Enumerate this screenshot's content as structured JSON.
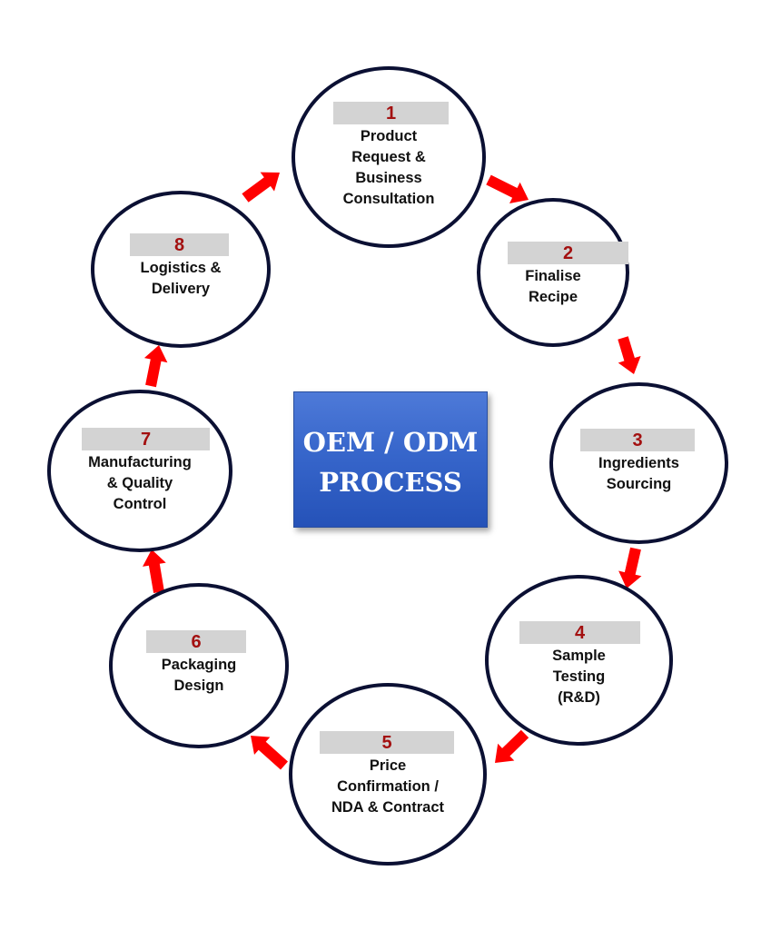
{
  "title": {
    "line1": "OEM / ODM",
    "line2": "PROCESS"
  },
  "colors": {
    "circle_border": "#0b1033",
    "number_bar": "#d3d3d3",
    "number_text": "#a31010",
    "arrow": "#ff0000",
    "center_box": "#3766cb"
  },
  "steps": [
    {
      "number": "1",
      "lines": [
        "Product",
        "Request &",
        "Business",
        "Consultation"
      ]
    },
    {
      "number": "2",
      "lines": [
        "Finalise",
        "Recipe"
      ]
    },
    {
      "number": "3",
      "lines": [
        "Ingredients",
        "Sourcing"
      ]
    },
    {
      "number": "4",
      "lines": [
        "Sample",
        "Testing",
        "(R&D)"
      ]
    },
    {
      "number": "5",
      "lines": [
        "Price",
        "Confirmation /",
        "NDA & Contract"
      ]
    },
    {
      "number": "6",
      "lines": [
        "Packaging",
        "Design"
      ]
    },
    {
      "number": "7",
      "lines": [
        "Manufacturing",
        "& Quality",
        "Control"
      ]
    },
    {
      "number": "8",
      "lines": [
        "Logistics &",
        "Delivery"
      ]
    }
  ],
  "arrows": [
    {
      "from": "1",
      "to": "2",
      "icon": "arrow-right-down-icon"
    },
    {
      "from": "2",
      "to": "3",
      "icon": "arrow-down-icon"
    },
    {
      "from": "3",
      "to": "4",
      "icon": "arrow-down-icon"
    },
    {
      "from": "4",
      "to": "5",
      "icon": "arrow-down-left-icon"
    },
    {
      "from": "5",
      "to": "6",
      "icon": "arrow-up-left-icon"
    },
    {
      "from": "6",
      "to": "7",
      "icon": "arrow-up-icon"
    },
    {
      "from": "7",
      "to": "8",
      "icon": "arrow-up-icon"
    },
    {
      "from": "8",
      "to": "1",
      "icon": "arrow-up-right-icon"
    }
  ]
}
